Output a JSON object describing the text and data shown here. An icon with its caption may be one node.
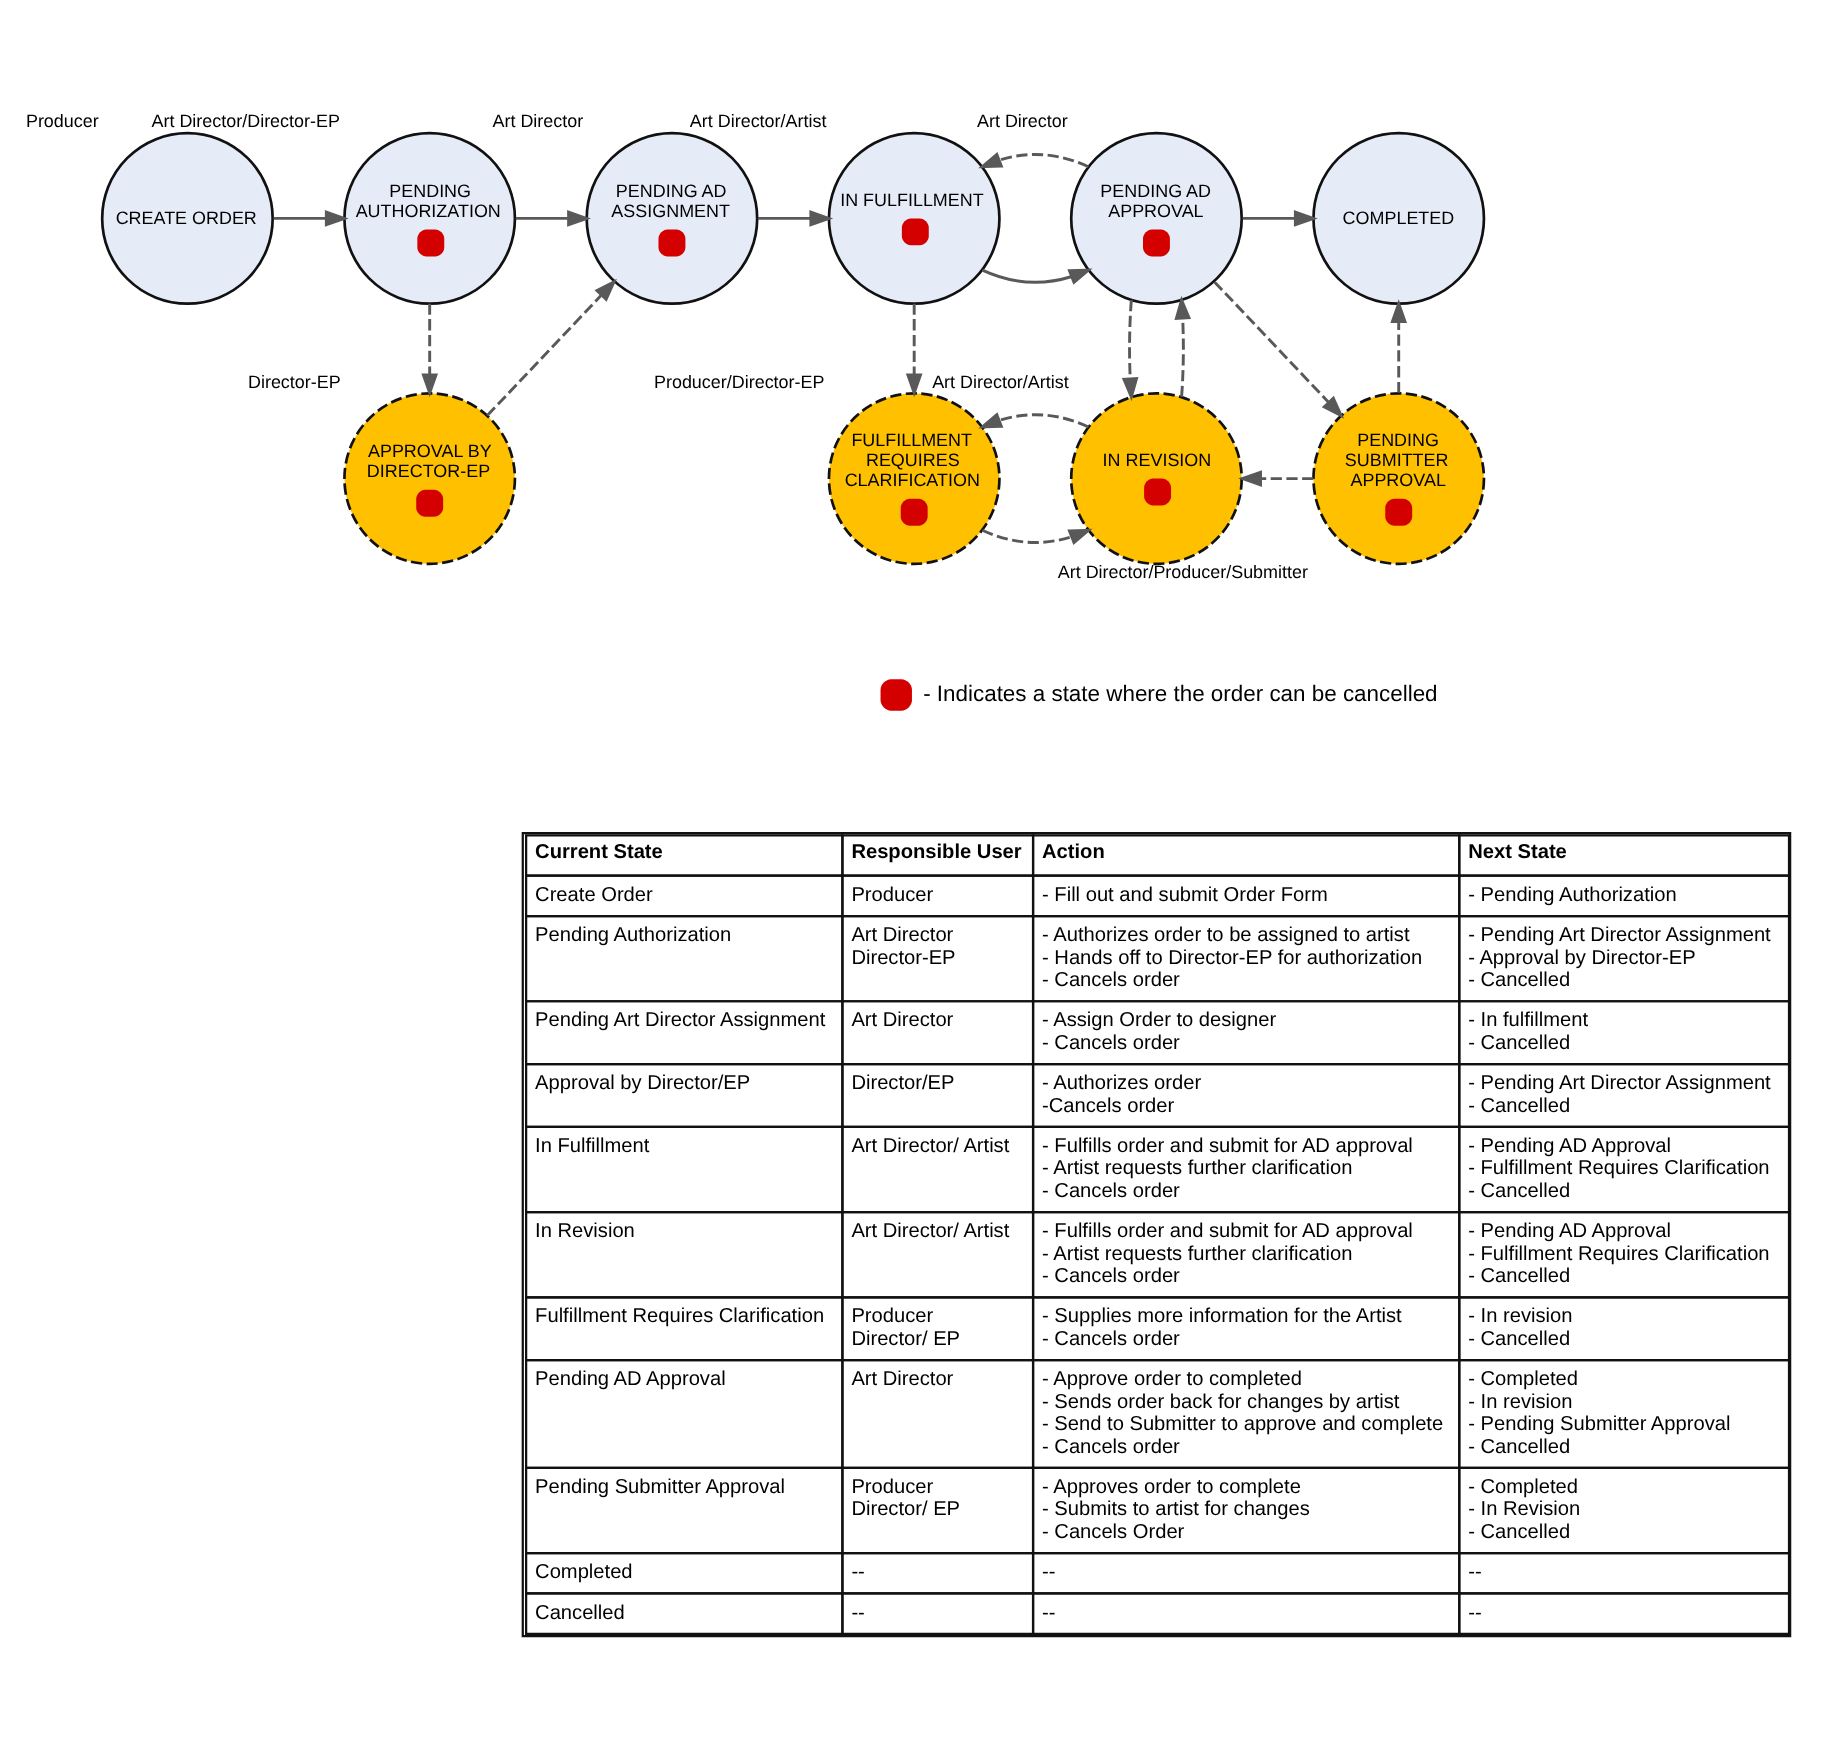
{
  "diagram": {
    "nodes": [
      {
        "text": [
          "CREATE ORDER"
        ],
        "beside": [
          "Producer"
        ]
      },
      {
        "text": [
          "PENDING AUTHORIZATION"
        ],
        "beside": [
          "Art Director/Director-EP"
        ]
      },
      {
        "text": [
          "PENDING AD ASSIGNMENT"
        ],
        "beside": [
          "Art Director"
        ]
      },
      {
        "text": [
          "IN FULFILLMENT"
        ],
        "beside": [
          "Art Director/Artist"
        ]
      },
      {
        "text": [
          "PENDING AD APPROVAL"
        ],
        "beside": [
          "Art Director"
        ]
      },
      {
        "text": [
          "COMPLETED"
        ]
      },
      {
        "text": [
          "APPROVAL BY DIRECTOR-EP"
        ],
        "beside": [
          "Director-EP"
        ]
      },
      {
        "text": [
          "FULFILLMENT REQUIRES CLARIFICATION"
        ],
        "beside": [
          "Producer/Director-EP"
        ]
      },
      {
        "text": [
          "IN REVISION"
        ],
        "beside": [
          "Art Director/Artist"
        ]
      },
      {
        "text": [
          "PENDING SUBMITTER APPROVAL"
        ],
        "beside": [
          "Art Director/Producer/Submitter"
        ]
      }
    ],
    "edges": [
      {
        "from": 0,
        "to": 1,
        "arrow": "to"
      },
      {
        "from": 1,
        "to": 2,
        "arrow": "to"
      },
      {
        "from": 2,
        "to": 3,
        "arrow": "to"
      },
      {
        "from": 3,
        "to": 4,
        "arrow": "to"
      },
      {
        "from": 4,
        "to": 5,
        "arrow": "to"
      },
      {
        "from": 4,
        "to": 3,
        "arrow": "to",
        "style": "dashed"
      },
      {
        "from": 1,
        "to": 6,
        "arrow": "to",
        "style": "dashed"
      },
      {
        "from": 6,
        "to": 2,
        "arrow": "to",
        "style": "dashed"
      },
      {
        "from": 3,
        "to": 7,
        "arrow": "to",
        "style": "dashed"
      },
      {
        "from": 7,
        "to": 8,
        "arrow": "to",
        "style": "dashed"
      },
      {
        "from": 8,
        "to": 7,
        "arrow": "to",
        "style": "dashed"
      },
      {
        "from": 8,
        "to": 4,
        "arrow": "to",
        "style": "dashed"
      },
      {
        "from": 4,
        "to": 8,
        "arrow": "to",
        "style": "dashed"
      },
      {
        "from": 4,
        "to": 9,
        "arrow": "to",
        "style": "dashed"
      },
      {
        "from": 9,
        "to": 8,
        "arrow": "to",
        "style": "dashed"
      },
      {
        "from": 9,
        "to": 5,
        "arrow": "to",
        "style": "dashed"
      }
    ],
    "labels": [
      "Current State",
      "Responsible User",
      "Action",
      "Next State",
      "Create Order",
      "Producer",
      "- Fill out and submit Order Form",
      "- Pending Authorization",
      "Pending Authorization",
      "Art Director",
      "Director-EP",
      "- Authorizes order to be assigned to artist",
      "- Hands off to Director-EP for authorization",
      "- Cancels order",
      "- Pending Art Director Assignment",
      "- Approval by Director-EP",
      "- Cancelled",
      "Pending Art Director Assignment",
      "Art Director",
      "- Assign Order to designer",
      "- Cancels order",
      "- In fulfillment",
      "- Cancelled",
      "Approval by Director/EP",
      "Director/EP",
      "- Authorizes order",
      "-Cancels order",
      "- Pending Art Director Assignment",
      "- Cancelled",
      "In Fulfillment",
      "Art Director/ Artist",
      "- Fulfills order and submit for AD approval",
      "- Artist requests further clarification",
      "- Cancels order",
      "- Pending AD Approval",
      "- Fulfillment Requires Clarification",
      "- Cancelled",
      "In Revision",
      "Art Director/ Artist",
      "- Fulfills order and submit for AD approval",
      "- Artist requests further clarification",
      "- Cancels order",
      "- Pending AD Approval",
      "- Fulfillment Requires Clarification",
      "- Cancelled",
      "Fulfillment Requires Clarification",
      "Producer",
      "Director/ EP",
      "- Supplies more information for the Artist",
      "- Cancels order",
      "- In revision",
      "- Cancelled",
      "Pending AD Approval",
      "Art Director",
      "- Approve order to completed",
      "- Sends order back for changes by artist",
      "- Send to Submitter to approve and complete",
      "- Cancels order",
      "- Completed",
      "- In revision",
      "- Pending Submitter Approval",
      "- Cancelled",
      "Pending Submitter Approval",
      "Producer",
      "Director/ EP",
      "- Approves order to complete",
      "- Submits to artist for changes",
      "- Cancels Order",
      "- Completed",
      "- In Revision",
      "- Cancelled",
      "Completed",
      "--",
      "--",
      "--",
      "Cancelled",
      "--",
      "--",
      "--"
    ],
    "legend": [
      {
        "text": "- Indicates a state where the order can be cancelled"
      }
    ]
  }
}
